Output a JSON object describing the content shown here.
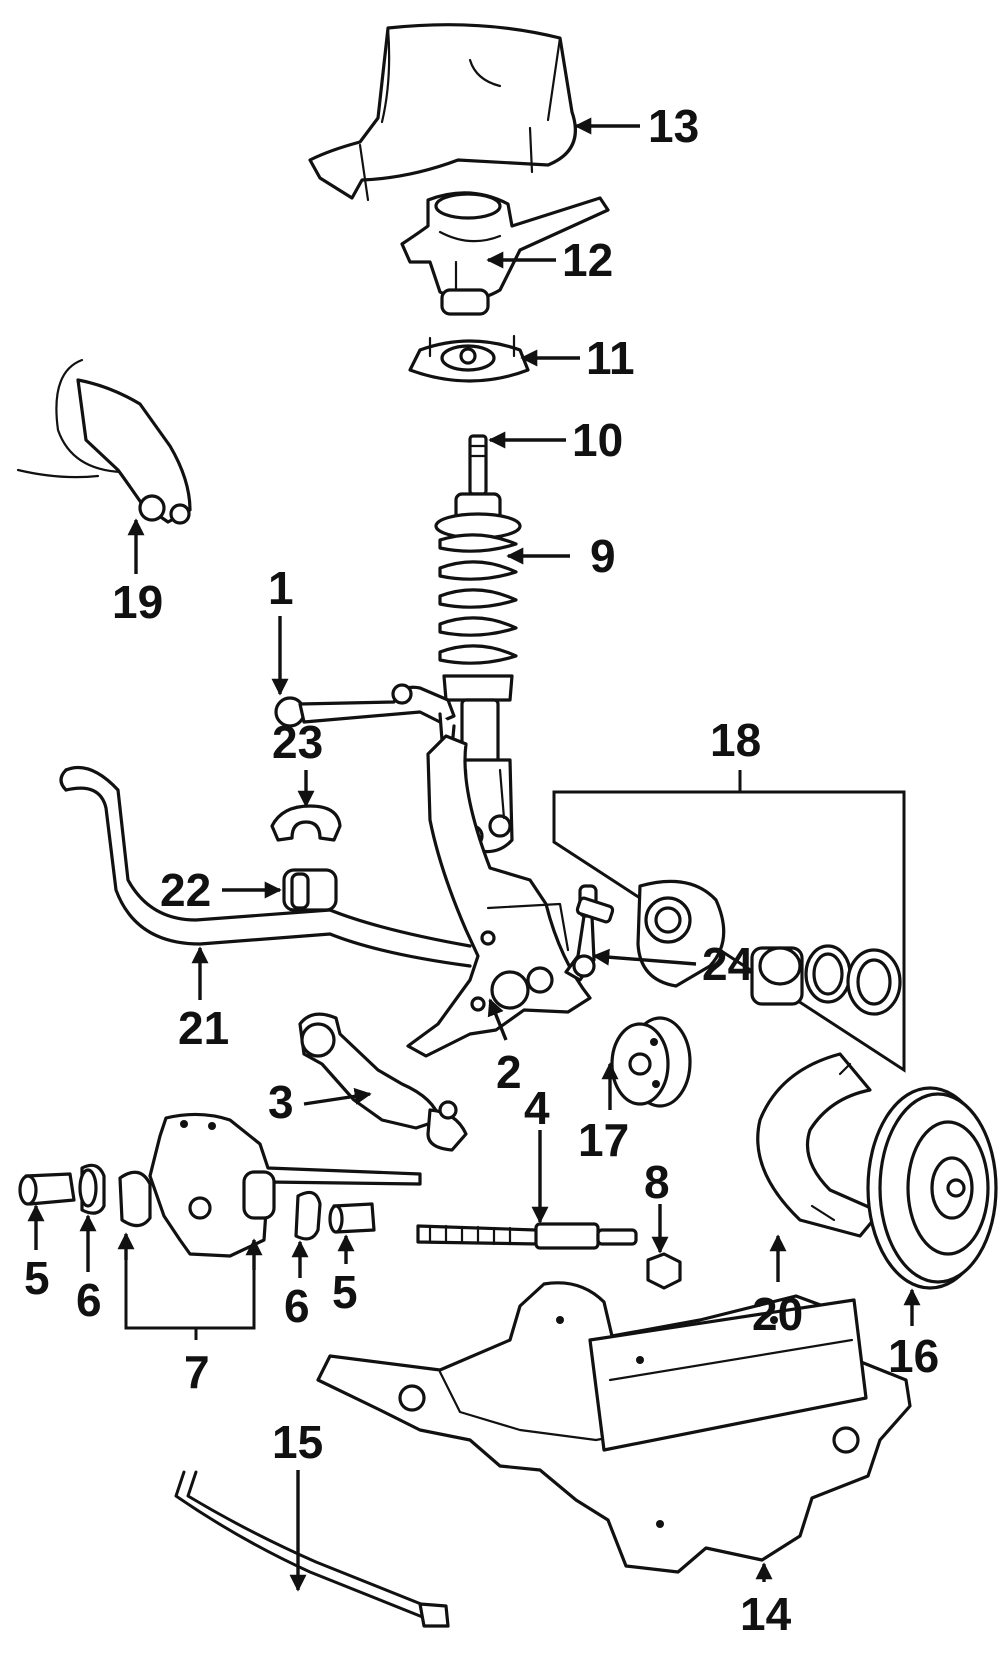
{
  "callouts": {
    "c1": "1",
    "c2": "2",
    "c3": "3",
    "c4": "4",
    "c5a": "5",
    "c5b": "5",
    "c6a": "6",
    "c6b": "6",
    "c7": "7",
    "c8": "8",
    "c9": "9",
    "c10": "10",
    "c11": "11",
    "c12": "12",
    "c13": "13",
    "c14": "14",
    "c15": "15",
    "c16": "16",
    "c17": "17",
    "c18": "18",
    "c19": "19",
    "c20": "20",
    "c21": "21",
    "c22": "22",
    "c23": "23",
    "c24": "24"
  },
  "colors": {
    "ink": "#111111",
    "paper": "#ffffff"
  }
}
